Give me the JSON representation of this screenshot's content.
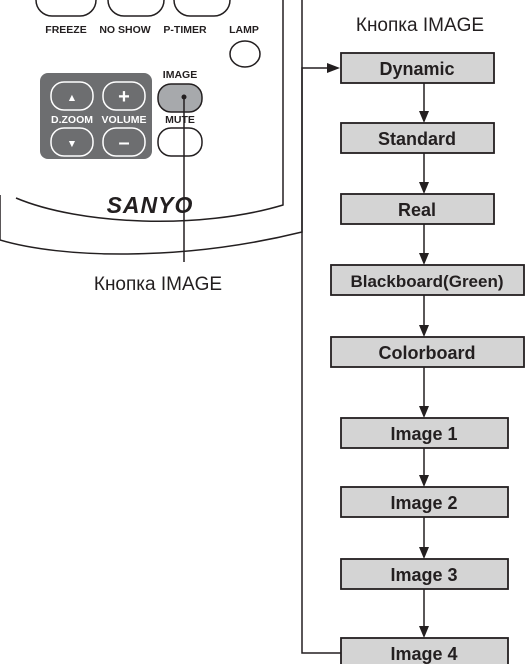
{
  "remote": {
    "buttons": {
      "freeze": "FREEZE",
      "no_show": "NO SHOW",
      "p_timer": "P-TIMER",
      "lamp": "LAMP",
      "image": "IMAGE",
      "mute": "MUTE",
      "d_zoom": "D.ZOOM",
      "volume": "VOLUME",
      "plus": "+",
      "minus": "–",
      "up": "▲",
      "down": "▼"
    },
    "logo": "SANYO",
    "callout_label": "Кнопка IMAGE"
  },
  "flow": {
    "title": "Кнопка IMAGE",
    "modes": [
      "Dynamic",
      "Standard",
      "Real",
      "Blackboard(Green)",
      "Colorboard",
      "Image 1",
      "Image 2",
      "Image 3",
      "Image 4"
    ]
  }
}
